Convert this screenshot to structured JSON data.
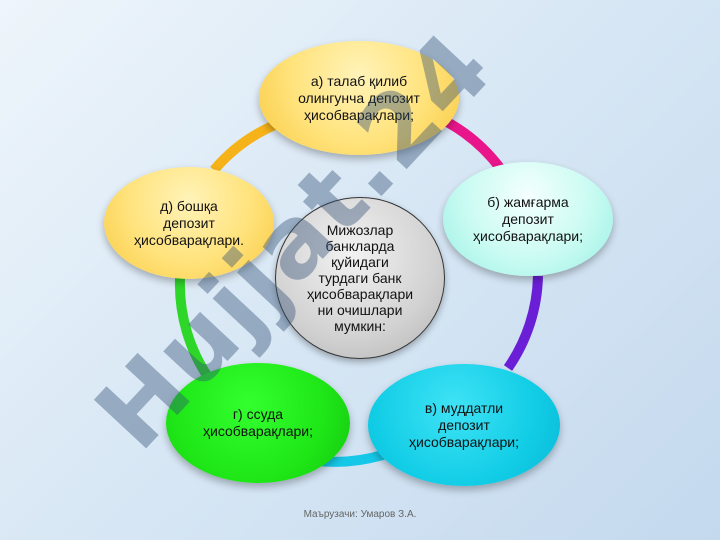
{
  "diagram": {
    "center_text": "Мижозлар\nбанкларда\nқуйидаги\nтурдаги банк\nҳисобварақлари\nни очишлари\nмумкин:",
    "nodes": {
      "a": "а) талаб қилиб\nолингунча депозит\nҳисобварақлари;",
      "b": "б) жамғарма\nдепозит\nҳисобварақлари;",
      "v": "в) муддатли\nдепозит\nҳисобварақлари;",
      "g": "г) ссуда\nҳисобварақлари;",
      "d": "д) бошқа\nдепозит\nҳисобварақлари."
    },
    "ring_colors": {
      "a_to_b": "#e8168a",
      "b_to_v": "#6a1fd6",
      "v_to_g": "#16c8e8",
      "g_to_d": "#2fd62a",
      "d_to_a": "#f5b219"
    }
  },
  "footer": "Маърузачи: Умаров З.А.",
  "watermark": "Hujjat.24"
}
